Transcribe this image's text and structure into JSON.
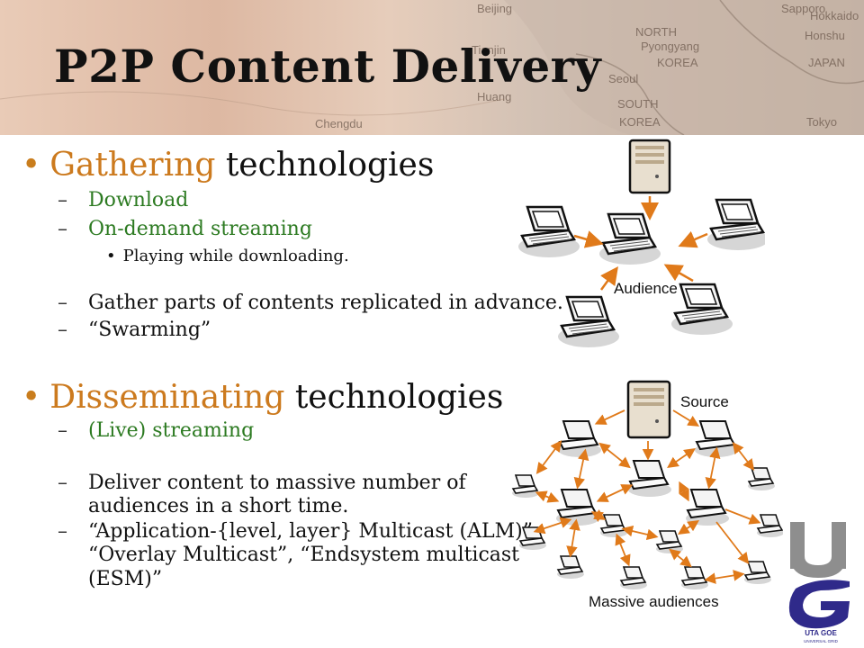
{
  "slide": {
    "title": "P2P Content Delivery",
    "gathering": {
      "highlight": "Gathering",
      "rest": "technologies",
      "items": [
        "Download",
        "On-demand streaming"
      ],
      "subitem": "Playing while downloading.",
      "items2": [
        "Gather parts of contents replicated in advance.",
        "“Swarming”"
      ]
    },
    "disseminating": {
      "highlight": "Disseminating",
      "rest": "technologies",
      "item1": "(Live) streaming",
      "item2_line1": "Deliver content to massive number of",
      "item2_line2": "audiences in a short time.",
      "item3_line1": "“Application-{level, layer} Multicast (ALM)”,",
      "item3_line2": "“Overlay Multicast”, “Endsystem multicast",
      "item3_line3": "(ESM)”"
    }
  },
  "diagrams": {
    "top_label": "Audience",
    "source_label": "Source",
    "bottom_label": "Massive audiences",
    "arrow_color": "#e07a1a"
  },
  "map_labels": [
    "Beijing",
    "NORTH",
    "Pyongyang",
    "KOREA",
    "Seoul",
    "SOUTH",
    "KOREA",
    "JAPAN",
    "Sapporo",
    "Hokkaido",
    "Honshu",
    "Tokyo",
    "Tianjin",
    "Chengdu",
    "Huang"
  ],
  "logo": {
    "letters": "UG",
    "caption": "UTA GOE",
    "sub": "UNIVERSAL GRID"
  },
  "colors": {
    "accent_orange": "#cc7a1e",
    "green": "#2c7a21",
    "logo_blue": "#2f2a8a"
  }
}
